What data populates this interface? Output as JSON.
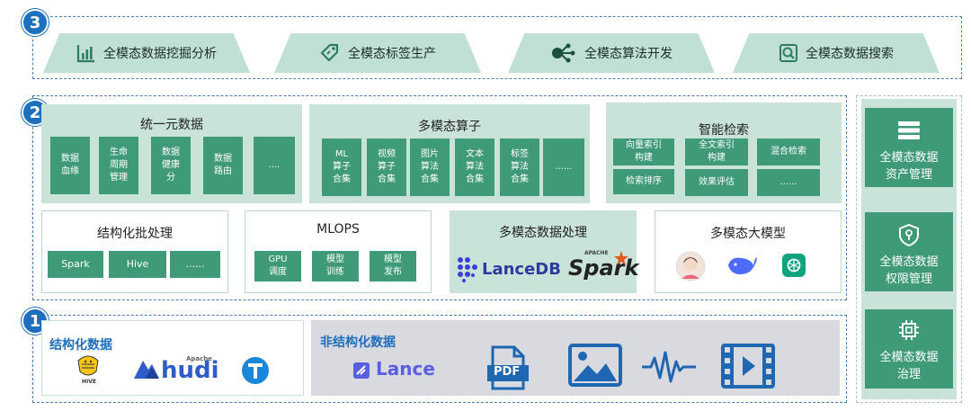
{
  "layer3": {
    "number": "3",
    "items": [
      {
        "label": "全模态数据挖掘分析",
        "icon": "bar-chart-icon"
      },
      {
        "label": "全模态标签生产",
        "icon": "tag-icon"
      },
      {
        "label": "全模态算法开发",
        "icon": "network-icon"
      },
      {
        "label": "全模态数据搜索",
        "icon": "search-icon"
      }
    ]
  },
  "layer2": {
    "number": "2",
    "unified_metadata": {
      "title": "统一元数据",
      "items": [
        "数据\n血缘",
        "生命\n周期\n管理",
        "数据\n健康\n分",
        "数据\n路由",
        "...."
      ]
    },
    "multimodal_operators": {
      "title": "多模态算子",
      "items": [
        "ML\n算子\n合集",
        "视频\n算子\n合集",
        "图片\n算法\n合集",
        "文本\n算法\n合集",
        "标签\n算法\n合集",
        "......"
      ]
    },
    "smart_search": {
      "title": "智能检索",
      "items": [
        "向量索引\n构建",
        "全文索引\n构建",
        "混合检索",
        "检索排序",
        "效果评估",
        "......"
      ]
    },
    "batch_processing": {
      "title": "结构化批处理",
      "items": [
        "Spark",
        "Hive",
        "......"
      ]
    },
    "mlops": {
      "title": "MLOPS",
      "items": [
        "GPU\n调度",
        "模型\n训练",
        "模型\n发布"
      ]
    },
    "multimodal_processing": {
      "title": "多模态数据处理",
      "logos": [
        "LanceDB",
        "Spark",
        "APACHE"
      ]
    },
    "multimodal_models": {
      "title": "多模态大模型"
    }
  },
  "layer1": {
    "number": "1",
    "structured": {
      "title": "结构化数据",
      "logos": [
        "HIVE",
        "Apache",
        "hudi"
      ]
    },
    "unstructured": {
      "title": "非结构化数据",
      "logos": [
        "Lance",
        "PDF"
      ]
    }
  },
  "right_side": {
    "items": [
      {
        "label": "全模态数据\n资产管理",
        "icon": "database-icon"
      },
      {
        "label": "全模态数据\n权限管理",
        "icon": "shield-icon"
      },
      {
        "label": "全模态数据\n治理",
        "icon": "chip-icon"
      }
    ]
  },
  "colors": {
    "accent_green": "#3f9a78",
    "panel_green": "#c9e3d8",
    "trap_green": "#bfe0d3",
    "blue": "#1e6fbd"
  }
}
